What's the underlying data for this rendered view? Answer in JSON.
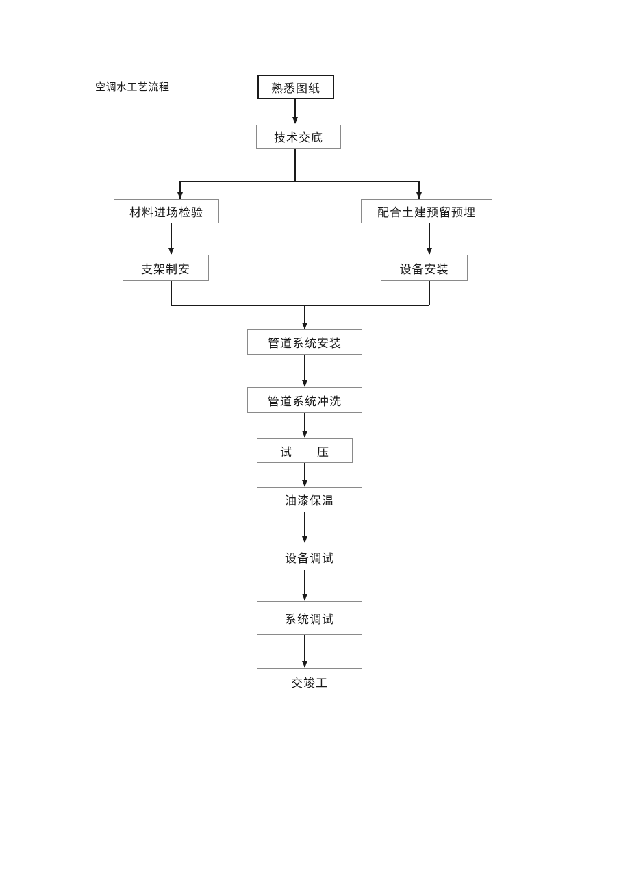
{
  "document": {
    "title": "空调水工艺流程"
  },
  "flowchart": {
    "nodes": {
      "familiarize_drawings": "熟悉图纸",
      "technical_briefing": "技术交底",
      "material_inspection": "材料进场检验",
      "civil_coordination": "配合土建预留预埋",
      "support_fabrication": "支架制安",
      "equipment_installation": "设备安装",
      "pipe_installation": "管道系统安装",
      "pipe_flushing": "管道系统冲洗",
      "pressure_test": "试　　压",
      "paint_insulation": "油漆保温",
      "equipment_commissioning": "设备调试",
      "system_commissioning": "系统调试",
      "handover": "交竣工"
    },
    "edges": [
      [
        "familiarize_drawings",
        "technical_briefing"
      ],
      [
        "technical_briefing",
        "material_inspection"
      ],
      [
        "technical_briefing",
        "civil_coordination"
      ],
      [
        "material_inspection",
        "support_fabrication"
      ],
      [
        "civil_coordination",
        "equipment_installation"
      ],
      [
        "support_fabrication",
        "pipe_installation"
      ],
      [
        "equipment_installation",
        "pipe_installation"
      ],
      [
        "pipe_installation",
        "pipe_flushing"
      ],
      [
        "pipe_flushing",
        "pressure_test"
      ],
      [
        "pressure_test",
        "paint_insulation"
      ],
      [
        "paint_insulation",
        "equipment_commissioning"
      ],
      [
        "equipment_commissioning",
        "system_commissioning"
      ],
      [
        "system_commissioning",
        "handover"
      ]
    ]
  }
}
